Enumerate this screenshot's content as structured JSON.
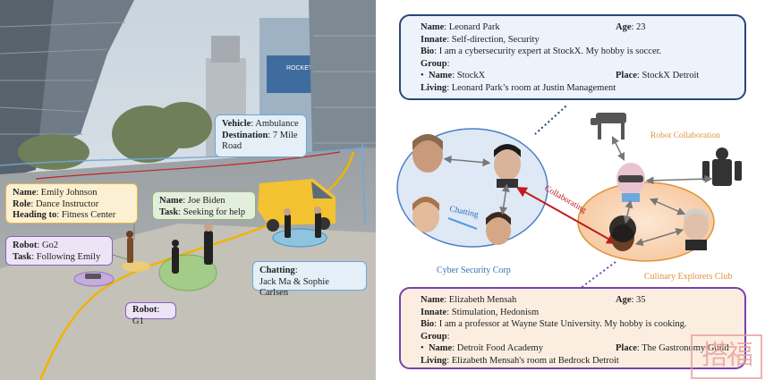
{
  "scene": {
    "vehicle": {
      "k1": "Vehicle",
      "v1": ": Ambulance",
      "k2": "Destination",
      "v2": ": 7 Mile Road"
    },
    "emily": {
      "k1": "Name",
      "v1": ": Emily Johnson",
      "k2": "Role",
      "v2": ": Dance Instructor",
      "k3": "Heading to",
      "v3": ": Fitness Center"
    },
    "biden": {
      "k1": "Name",
      "v1": ": Joe Biden",
      "k2": "Task",
      "v2": ": Seeking for help"
    },
    "robot_go2": {
      "k1": "Robot",
      "v1": ": Go2",
      "k2": "Task",
      "v2": ": Following Emily"
    },
    "chatting": {
      "k1": "Chatting",
      "v1": ":",
      "v2": "Jack Ma & Sophie Carlsen"
    },
    "robot_g1": {
      "k1": "Robot",
      "v1": ": G1"
    }
  },
  "card_top": {
    "name_k": "Name",
    "name_v": ": Leonard Park",
    "age_k": "Age",
    "age_v": ": 23",
    "innate_k": "Innate",
    "innate_v": ": Self-direction, Security",
    "bio_k": "Bio",
    "bio_v": ": I am a cybersecurity expert at StockX. My hobby is soccer.",
    "group_k": "Group",
    "group_v": ":",
    "bullet": "•",
    "gname_k": "Name",
    "gname_v": ": StockX",
    "place_k": "Place",
    "place_v": ": StockX Detroit",
    "living_k": "Living",
    "living_v": ": Leonard Park’s room at Justin Management"
  },
  "card_bottom": {
    "name_k": "Name",
    "name_v": ": Elizabeth Mensah",
    "age_k": "Age",
    "age_v": ": 35",
    "innate_k": "Innate",
    "innate_v": ": Stimulation, Hedonism",
    "bio_k": "Bio",
    "bio_v": ": I am a professor at Wayne State University. My hobby is cooking.",
    "group_k": "Group",
    "group_v": ":",
    "bullet": "•",
    "gname_k": "Name",
    "gname_v": ": Detroit Food Academy",
    "place_k": "Place",
    "place_v": ": The Gastronomy Guild",
    "living_k": "Living",
    "living_v": ": Elizabeth Mensah's room at Bedrock Detroit"
  },
  "network": {
    "robot_collab": "Robot Collaboration",
    "chatting": "Chatting",
    "collaborating": "Collaborating",
    "cyber": "Cyber Security Corp",
    "culinary": "Culinary Explorers Club"
  },
  "colors": {
    "blue_box": "#2f4f8f",
    "purple_box": "#7a3fb0",
    "orange": "#e0923b",
    "red_arrow": "#c21a1a"
  },
  "watermark": {
    "text": "搭福"
  }
}
